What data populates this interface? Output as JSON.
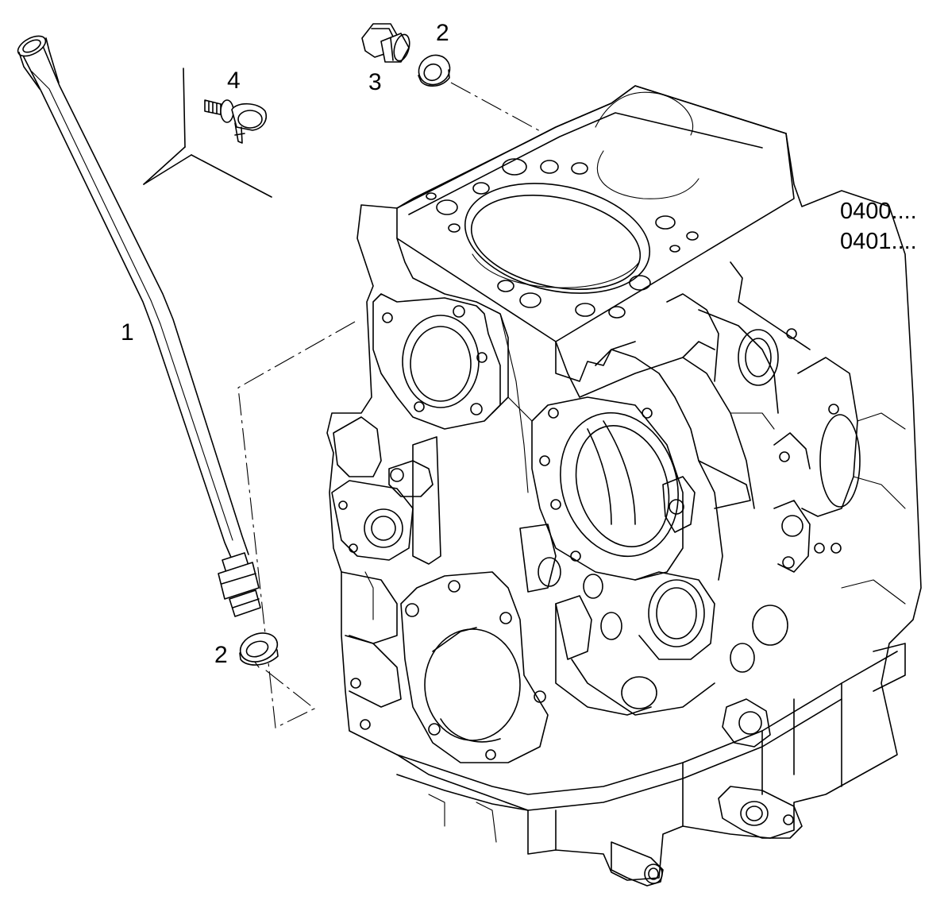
{
  "callouts": {
    "part_1": "1",
    "part_2_top": "2",
    "part_2_bottom": "2",
    "part_3": "3",
    "part_4": "4"
  },
  "references": [
    "0400....",
    "0401...."
  ],
  "parts": [
    {
      "number": "1",
      "icon": "dipstick-tube-icon"
    },
    {
      "number": "2",
      "icon": "sealing-washer-icon"
    },
    {
      "number": "3",
      "icon": "plug-screw-icon"
    },
    {
      "number": "4",
      "icon": "screw-with-clamp-icon"
    }
  ],
  "assembly_icon": "engine-block-icon",
  "colors": {
    "line": "#000000",
    "background": "#ffffff"
  }
}
